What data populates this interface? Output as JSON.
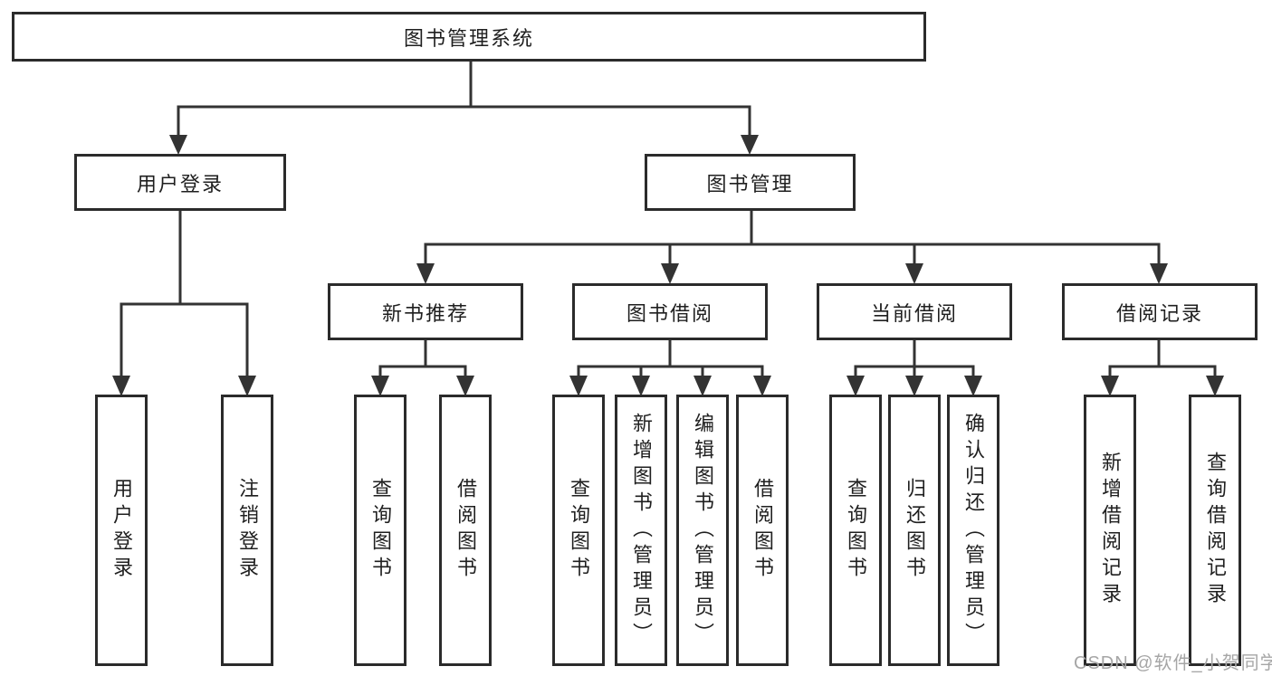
{
  "tree": {
    "label": "图书管理系统",
    "children": [
      {
        "label": "用户登录",
        "children": [
          {
            "label": "用户登录"
          },
          {
            "label": "注销登录"
          }
        ]
      },
      {
        "label": "图书管理",
        "children": [
          {
            "label": "新书推荐",
            "children": [
              {
                "label": "查询图书"
              },
              {
                "label": "借阅图书"
              }
            ]
          },
          {
            "label": "图书借阅",
            "children": [
              {
                "label": "查询图书"
              },
              {
                "label": "新增图书（管理员）"
              },
              {
                "label": "编辑图书（管理员）"
              },
              {
                "label": "借阅图书"
              }
            ]
          },
          {
            "label": "当前借阅",
            "children": [
              {
                "label": "查询图书"
              },
              {
                "label": "归还图书"
              },
              {
                "label": "确认归还（管理员）"
              }
            ]
          },
          {
            "label": "借阅记录",
            "children": [
              {
                "label": "新增借阅记录"
              },
              {
                "label": "查询借阅记录"
              }
            ]
          }
        ]
      }
    ]
  },
  "watermark": {
    "text": "CSDN @软件_小贺同学"
  },
  "colors": {
    "line": "#333333",
    "box_border": "#2b2b2b",
    "text": "#1f1f1f",
    "watermark": "#a6a6a6",
    "background": "#ffffff"
  }
}
